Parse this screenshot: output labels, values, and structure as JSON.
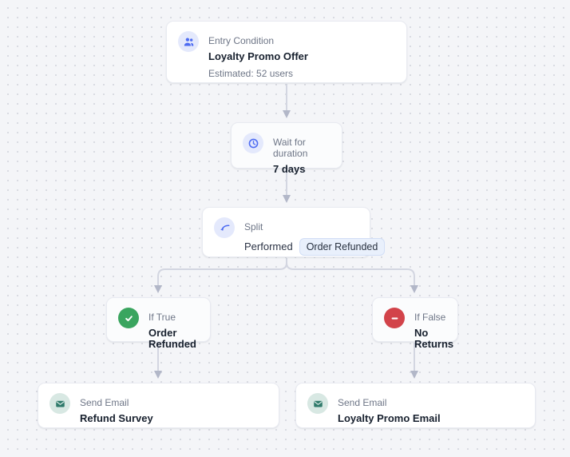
{
  "canvas": {
    "background_color": "#f4f5f8",
    "dot_color": "#d7d9e0"
  },
  "colors": {
    "accent_blue": "#4e6cf2",
    "icon_blue_bg": "#e4e9fc",
    "success_green": "#3aa55f",
    "danger_red": "#d2434a",
    "email_teal": "#2f7a6b",
    "email_teal_bg": "#d8e8e3",
    "edge_line": "#d3d6e1",
    "edge_arrow": "#b2b7c8",
    "chip_bg": "#e9f0fc"
  },
  "nodes": {
    "entry": {
      "label": "Entry Condition",
      "title": "Loyalty Promo Offer",
      "subtitle": "Estimated: 52 users",
      "icon": "users-icon"
    },
    "wait": {
      "label": "Wait for duration",
      "title": "7 days",
      "icon": "clock-icon"
    },
    "split": {
      "label": "Split",
      "prefix": "Performed",
      "chip": "Order Refunded",
      "icon": "split-arrow-icon"
    },
    "if_true": {
      "label": "If True",
      "title": "Order Refunded",
      "icon": "check-circle-icon"
    },
    "if_false": {
      "label": "If False",
      "title": "No Returns",
      "icon": "minus-circle-icon"
    },
    "email_left": {
      "label": "Send Email",
      "title": "Refund Survey",
      "icon": "envelope-icon"
    },
    "email_right": {
      "label": "Send Email",
      "title": "Loyalty Promo Email",
      "icon": "envelope-icon"
    }
  }
}
